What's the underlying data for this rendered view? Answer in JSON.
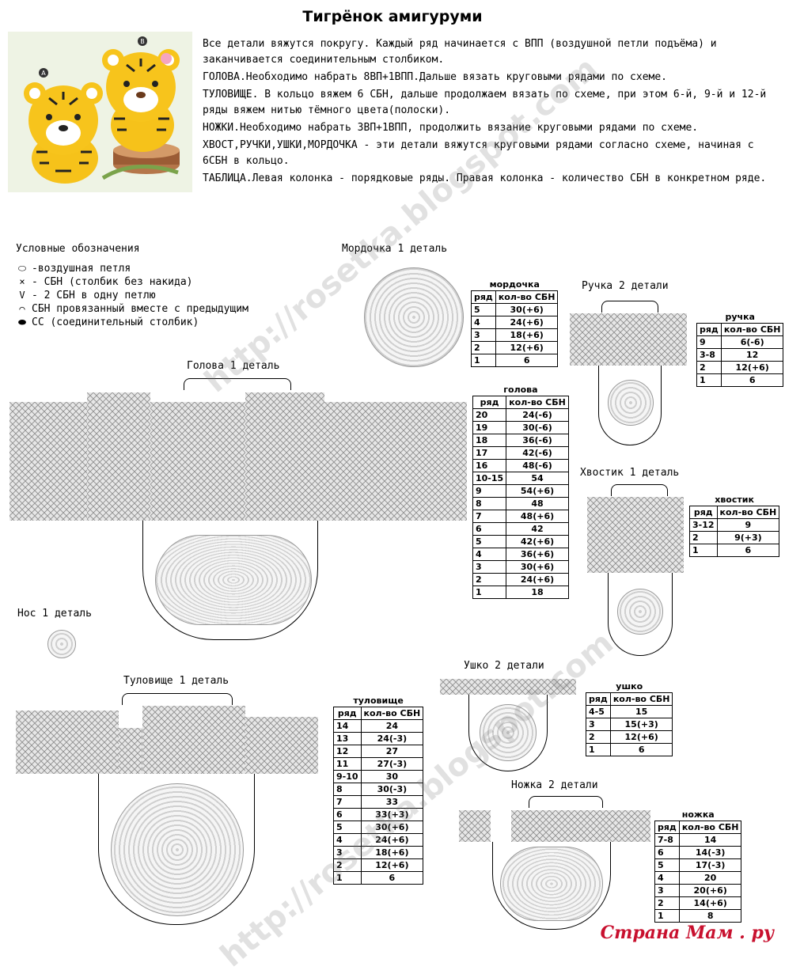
{
  "title": "Тигрёнок амигуруми",
  "intro": [
    "Все детали вяжутся покругу. Каждый ряд начинается с ВПП (воздушной петли подъёма) и заканчивается соединительным столбиком.",
    "ГОЛОВА.Необходимо набрать 8ВП+1ВПП.Дальше вязать круговыми рядами по схеме.",
    "ТУЛОВИЩЕ. В кольцо вяжем 6 СБН, дальше продолжаем вязать по схеме, при этом 6-й, 9-й и 12-й ряды вяжем нитью тёмного цвета(полоски).",
    "НОЖКИ.Необходимо набрать 3ВП+1ВПП, продолжить вязание круговыми рядами по схеме.",
    "ХВОСТ,РУЧКИ,УШКИ,МОРДОЧКА - эти детали вяжутся круговыми рядами согласно схеме, начиная с 6СБН в кольцо.",
    "ТАБЛИЦА.Левая колонка - порядковые ряды. Правая колонка - количество СБН в конкретном ряде."
  ],
  "photo": {
    "badge_a": "A",
    "badge_b": "B"
  },
  "legend": {
    "title": "Условные обозначения",
    "items": [
      {
        "sym": "⬭",
        "text": "-воздушная петля"
      },
      {
        "sym": "×",
        "text": "- СБН (столбик без накида)"
      },
      {
        "sym": "V",
        "text": "- 2 СБН в одну петлю"
      },
      {
        "sym": "⌒",
        "text": "СБН провязанный вместе с предыдущим"
      },
      {
        "sym": "⬬",
        "text": "СС (соединительный столбик)"
      }
    ]
  },
  "labels": {
    "mordochka": "Мордочка 1 деталь",
    "ruchka": "Ручка 2 детали",
    "golova": "Голова 1 деталь",
    "khvostik": "Хвостик 1 деталь",
    "nos": "Нос 1 деталь",
    "ushko": "Ушко 2 детали",
    "tulovishche": "Туловище 1 деталь",
    "nozhka": "Ножка 2 детали"
  },
  "col_row": "ряд",
  "col_count": "кол-во СБН",
  "tables": {
    "mordochka": {
      "name": "мордочка",
      "rows": [
        [
          "5",
          "30(+6)"
        ],
        [
          "4",
          "24(+6)"
        ],
        [
          "3",
          "18(+6)"
        ],
        [
          "2",
          "12(+6)"
        ],
        [
          "1",
          "6"
        ]
      ]
    },
    "ruchka": {
      "name": "ручка",
      "rows": [
        [
          "9",
          "6(-6)"
        ],
        [
          "3-8",
          "12"
        ],
        [
          "2",
          "12(+6)"
        ],
        [
          "1",
          "6"
        ]
      ]
    },
    "golova": {
      "name": "голова",
      "rows": [
        [
          "20",
          "24(-6)"
        ],
        [
          "19",
          "30(-6)"
        ],
        [
          "18",
          "36(-6)"
        ],
        [
          "17",
          "42(-6)"
        ],
        [
          "16",
          "48(-6)"
        ],
        [
          "10-15",
          "54"
        ],
        [
          "9",
          "54(+6)"
        ],
        [
          "8",
          "48"
        ],
        [
          "7",
          "48(+6)"
        ],
        [
          "6",
          "42"
        ],
        [
          "5",
          "42(+6)"
        ],
        [
          "4",
          "36(+6)"
        ],
        [
          "3",
          "30(+6)"
        ],
        [
          "2",
          "24(+6)"
        ],
        [
          "1",
          "18"
        ]
      ]
    },
    "khvostik": {
      "name": "хвостик",
      "rows": [
        [
          "3-12",
          "9"
        ],
        [
          "2",
          "9(+3)"
        ],
        [
          "1",
          "6"
        ]
      ]
    },
    "tulovishche": {
      "name": "туловище",
      "rows": [
        [
          "14",
          "24"
        ],
        [
          "13",
          "24(-3)"
        ],
        [
          "12",
          "27"
        ],
        [
          "11",
          "27(-3)"
        ],
        [
          "9-10",
          "30"
        ],
        [
          "8",
          "30(-3)"
        ],
        [
          "7",
          "33"
        ],
        [
          "6",
          "33(+3)"
        ],
        [
          "5",
          "30(+6)"
        ],
        [
          "4",
          "24(+6)"
        ],
        [
          "3",
          "18(+6)"
        ],
        [
          "2",
          "12(+6)"
        ],
        [
          "1",
          "6"
        ]
      ]
    },
    "ushko": {
      "name": "ушко",
      "rows": [
        [
          "4-5",
          "15"
        ],
        [
          "3",
          "15(+3)"
        ],
        [
          "2",
          "12(+6)"
        ],
        [
          "1",
          "6"
        ]
      ]
    },
    "nozhka": {
      "name": "ножка",
      "rows": [
        [
          "7-8",
          "14"
        ],
        [
          "6",
          "14(-3)"
        ],
        [
          "5",
          "17(-3)"
        ],
        [
          "4",
          "20"
        ],
        [
          "3",
          "20(+6)"
        ],
        [
          "2",
          "14(+6)"
        ],
        [
          "1",
          "8"
        ]
      ]
    }
  },
  "watermark": "http://rosetka.blogspot.com",
  "brand": "Страна Мам . ру"
}
